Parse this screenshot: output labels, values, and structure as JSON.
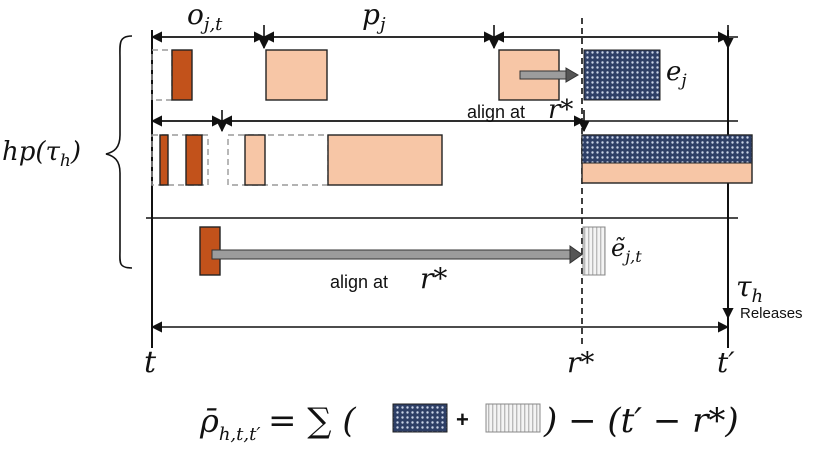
{
  "labels": {
    "o_jt_base": "o",
    "o_jt_sub": "j,t",
    "p_j_base": "p",
    "p_j_sub": "j",
    "e_j_base": "e",
    "e_j_sub": "j",
    "align_top_text": "align at",
    "align_top_math": "r*",
    "hp_label": "hp(τ",
    "hp_sub": "h",
    "hp_close": ")",
    "e_tilde_base": "ẽ",
    "e_tilde_sub": "j,t",
    "align_bottom_text": "align at",
    "align_bottom_math": "r*",
    "tau_h_base": "τ",
    "tau_h_sub": "h",
    "releases": "Releases",
    "t_label": "t",
    "r_star_label": "r*",
    "t_prime_label": "t′"
  },
  "formula": {
    "lhs_base": "ρ̄",
    "lhs_sub": "h,t,t′",
    "equals_sum": "= ∑ (",
    "plus": "+",
    "rhs": ") − (t′ − r*)"
  },
  "colors": {
    "peach": "#f7c6a6",
    "rust": "#c2521b",
    "navy_dots": "#2e3f66",
    "arrow_gray": "#9c9c9c"
  }
}
